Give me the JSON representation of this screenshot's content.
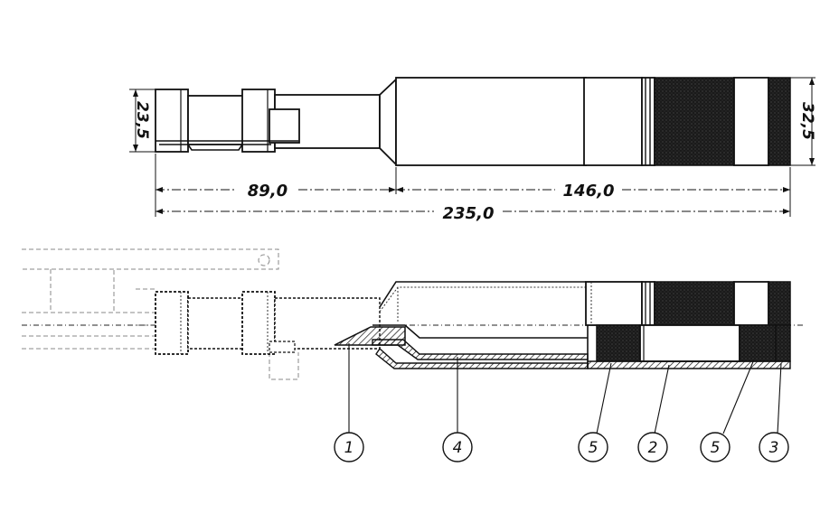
{
  "top_view": {
    "dimensions": {
      "left_height": "23,5",
      "right_height": "32,5",
      "segment_left": "89,0",
      "segment_right": "146,0",
      "overall_length": "235,0"
    }
  },
  "section_view": {
    "callouts": [
      "1",
      "4",
      "5",
      "2",
      "5",
      "3"
    ]
  },
  "colors": {
    "ink": "#111111",
    "paper": "#ffffff"
  }
}
